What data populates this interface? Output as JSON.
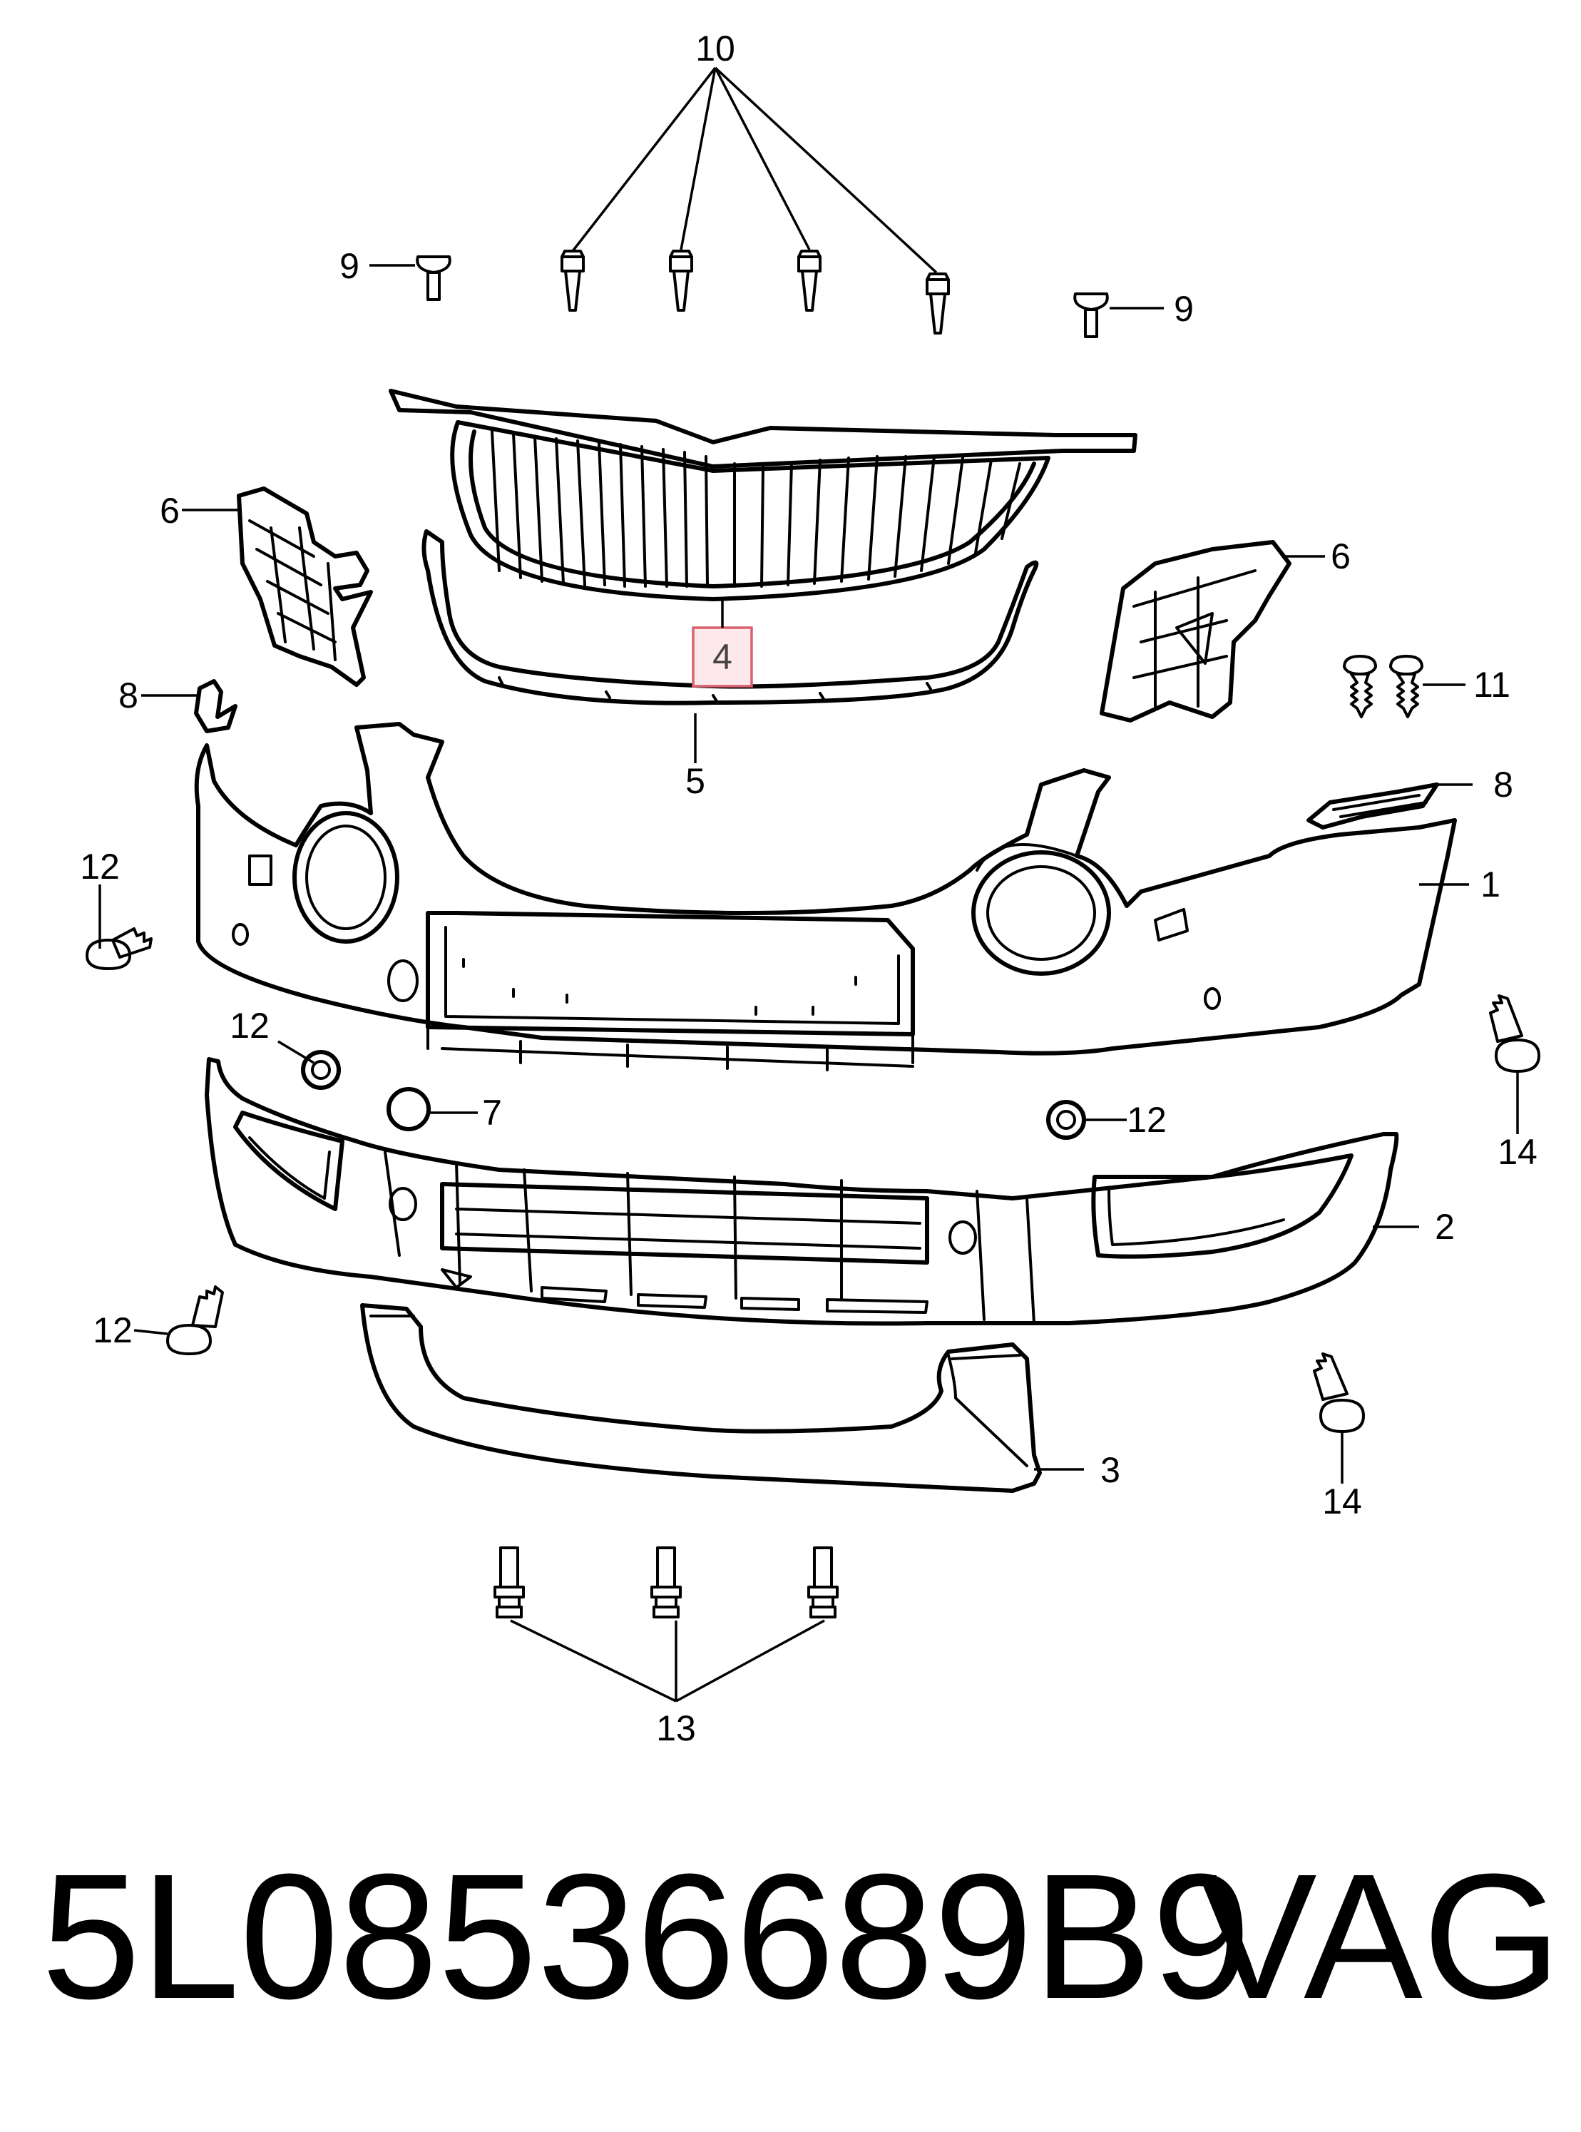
{
  "callouts": {
    "c1": "1",
    "c2": "2",
    "c3": "3",
    "c4": "4",
    "c5": "5",
    "c6a": "6",
    "c6b": "6",
    "c7": "7",
    "c8a": "8",
    "c8b": "8",
    "c9a": "9",
    "c9b": "9",
    "c10": "10",
    "c11": "11",
    "c12a": "12",
    "c12b": "12",
    "c12c": "12",
    "c12d": "12",
    "c13": "13",
    "c14a": "14",
    "c14b": "14"
  },
  "highlighted_part": "4",
  "footer": {
    "part_number": "5L08536689B9",
    "brand": "VAG"
  }
}
